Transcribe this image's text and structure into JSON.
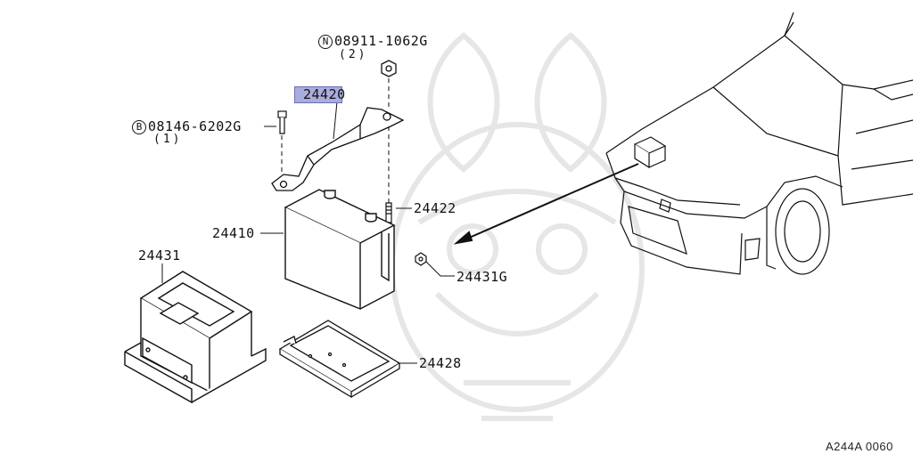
{
  "parts": {
    "nut_prefix": "N",
    "nut_number": "08911-1062G",
    "nut_qty": "(2)",
    "bolt_prefix": "B",
    "bolt_number": "08146-6202G",
    "bolt_qty": "(1)",
    "bracket": "24420",
    "rod": "24422",
    "battery": "24410",
    "bolt_small": "24431G",
    "cover": "24431",
    "tray": "24428"
  },
  "figure_id": "A244A 0060",
  "colors": {
    "line": "#111111",
    "highlight": "#a9acdc",
    "watermark": "#e6e6e6"
  },
  "highlighted_part": "24420"
}
